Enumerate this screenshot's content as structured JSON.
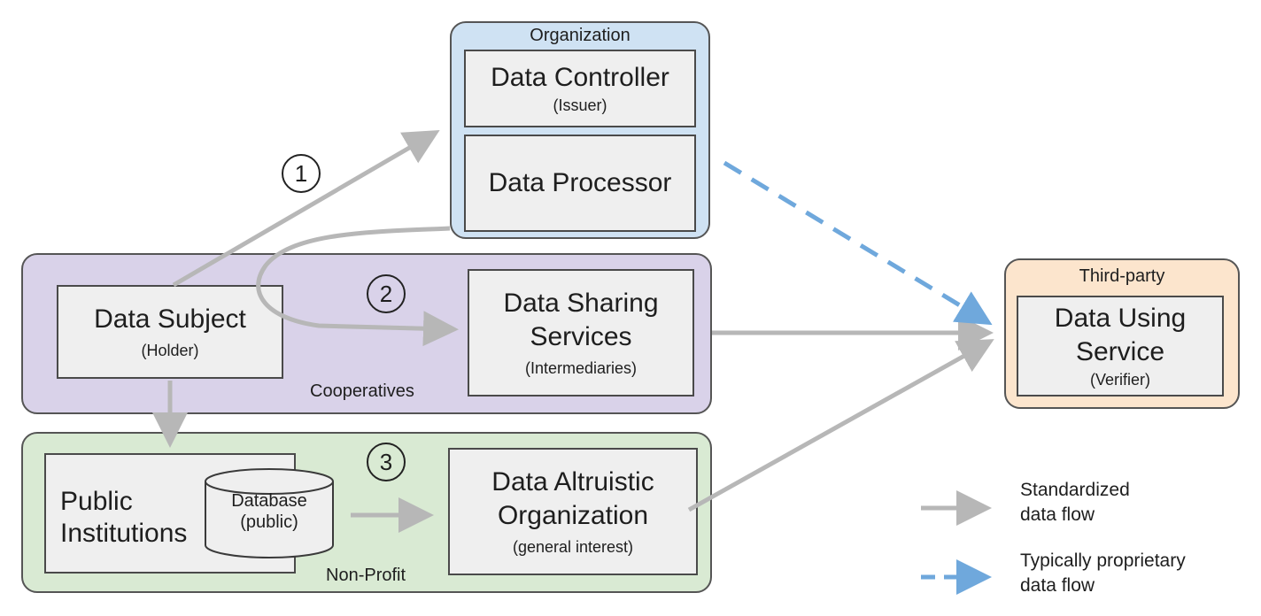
{
  "organization": {
    "label": "Organization",
    "controller": {
      "title": "Data Controller",
      "role": "(Issuer)"
    },
    "processor": {
      "title": "Data Processor"
    }
  },
  "cooperatives": {
    "label": "Cooperatives",
    "subject": {
      "title": "Data Subject",
      "role": "(Holder)"
    },
    "sharing": {
      "title_line1": "Data Sharing",
      "title_line2": "Services",
      "role": "(Intermediaries)"
    }
  },
  "nonprofit": {
    "label": "Non-Profit",
    "public": {
      "title_line1": "Public",
      "title_line2": "Institutions"
    },
    "database": {
      "title": "Database",
      "role": "(public)"
    },
    "altruistic": {
      "title_line1": "Data Altruistic",
      "title_line2": "Organization",
      "role": "(general interest)"
    }
  },
  "third_party": {
    "label": "Third-party",
    "using": {
      "title_line1": "Data Using",
      "title_line2": "Service",
      "role": "(Verifier)"
    }
  },
  "steps": [
    "1",
    "2",
    "3"
  ],
  "legend": {
    "standardized_line1": "Standardized",
    "standardized_line2": "data flow",
    "proprietary_line1": "Typically proprietary",
    "proprietary_line2": "data flow"
  },
  "colors": {
    "organization_bg": "#cfe2f3",
    "cooperatives_bg": "#d9d2e9",
    "nonprofit_bg": "#d9ead3",
    "third_party_bg": "#fce5cd",
    "box_bg": "#efefef",
    "standard_arrow": "#b7b7b7",
    "proprietary_arrow": "#6fa8dc"
  }
}
